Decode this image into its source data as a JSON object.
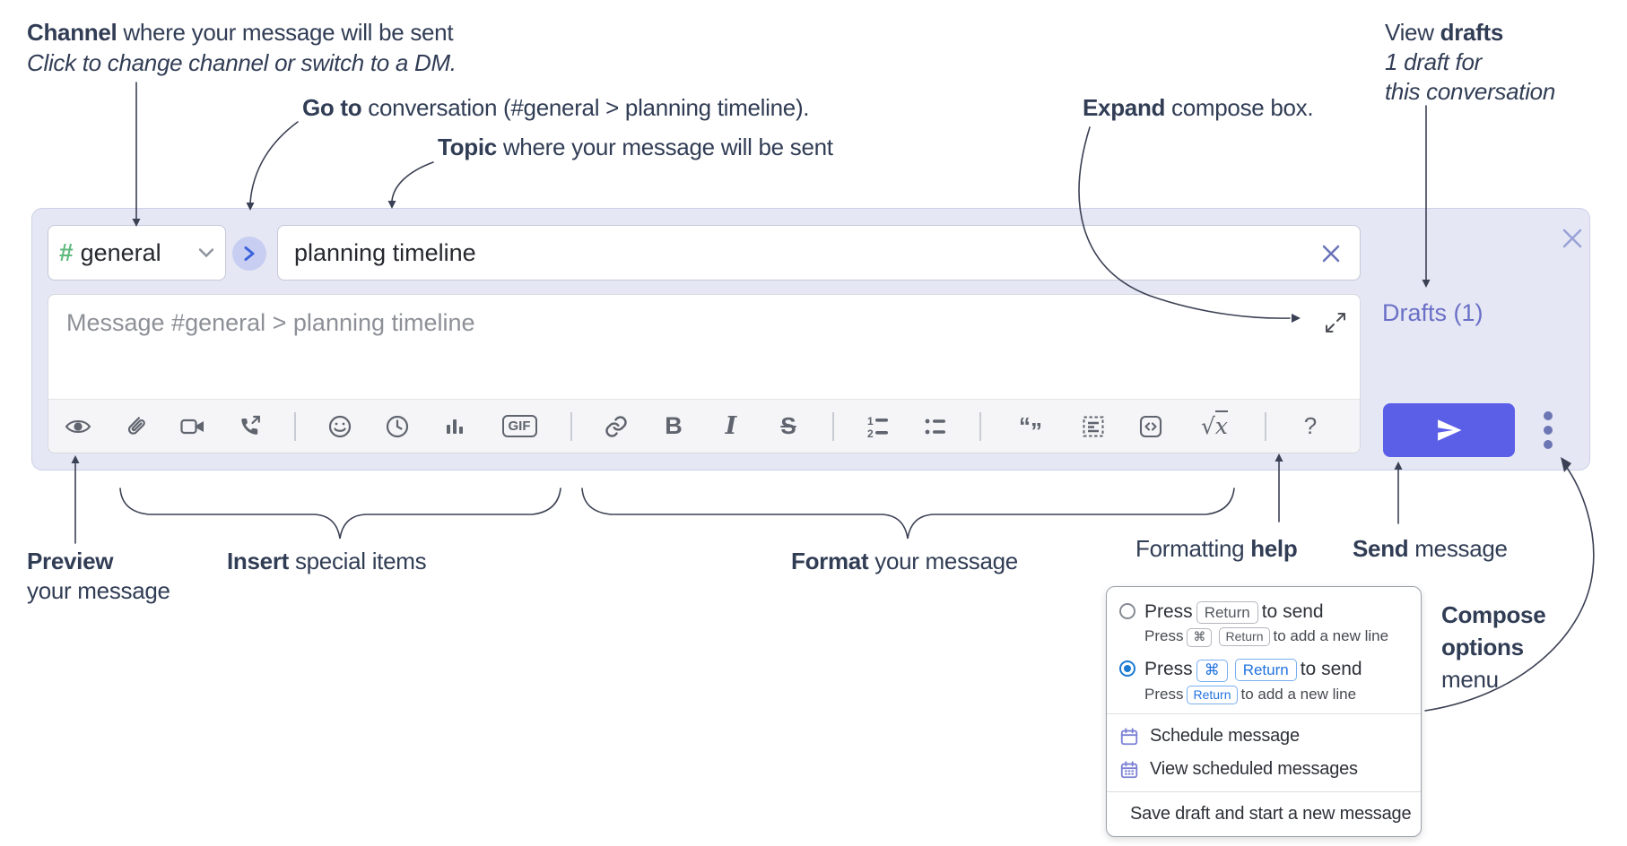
{
  "annotations": {
    "channel": {
      "bold": "Channel",
      "rest": " where your message will be sent"
    },
    "channel_sub": "Click to change channel or switch to a DM.",
    "goto": {
      "bold": "Go to",
      "rest": " conversation (#general > planning timeline)."
    },
    "topic": {
      "bold": "Topic",
      "rest": " where your message will be sent"
    },
    "expand": {
      "bold": "Expand",
      "rest": " compose box."
    },
    "view_drafts": {
      "pre": "View ",
      "bold": "drafts",
      "line2": "1 draft for",
      "line3": "this conversation"
    },
    "preview": {
      "bold": "Preview",
      "line2": "your message"
    },
    "insert": {
      "bold": "Insert",
      "rest": " special items"
    },
    "format": {
      "bold": "Format",
      "rest": " your message"
    },
    "help": {
      "pre": "Formatting ",
      "bold": "help"
    },
    "send": {
      "bold": "Send",
      "rest": " message"
    },
    "compose_menu": {
      "line1": "Compose",
      "line2": "options",
      "line3": "menu"
    }
  },
  "composer": {
    "channel": {
      "hash": "#",
      "name": "general"
    },
    "topic": {
      "value": "planning timeline"
    },
    "message_placeholder": "Message #general > planning timeline",
    "drafts_link": "Drafts (1)",
    "toolbar": {
      "gif": "GIF",
      "bold": "B",
      "italic": "I",
      "strike": "S",
      "ol1": "1",
      "ol2": "2",
      "quote_open": "“",
      "quote_close": "”",
      "math_radical": "√",
      "math_var": "x",
      "help": "?",
      "icon_names": [
        "preview-eye",
        "attach-paperclip",
        "video-camera",
        "call-phone-forward",
        "emoji-smiley",
        "schedule-clock",
        "poll-bar-chart",
        "gif-badge",
        "link",
        "bold",
        "italic",
        "strikethrough",
        "ordered-list",
        "bullet-list",
        "quote",
        "code-block",
        "inline-code",
        "math-latex",
        "help-question"
      ]
    }
  },
  "menu": {
    "options": [
      {
        "state": "unselected",
        "main_pre": "Press",
        "main_key": "Return",
        "main_post": "to send",
        "sub_pre": "Press",
        "sub_key_cmd": "⌘",
        "sub_key_return": "Return",
        "sub_post": "to add a new line"
      },
      {
        "state": "selected",
        "main_pre": "Press",
        "main_key_cmd": "⌘",
        "main_key_return": "Return",
        "main_post": "to send",
        "sub_pre": "Press",
        "sub_key": "Return",
        "sub_post": "to add a new line"
      }
    ],
    "items": [
      {
        "icon": "calendar-icon",
        "label": "Schedule message"
      },
      {
        "icon": "calendar-scheduled-icon",
        "label": "View scheduled messages"
      },
      {
        "icon": "save-draft-icon",
        "label": "Save draft and start a new message"
      }
    ]
  },
  "colors": {
    "send_accent": "#5b5fe8",
    "composer_bg": "#e5e7f4",
    "drafts_link": "#6a70c6",
    "hash_green": "#5fba7d",
    "circle_chevron": "#3b62db",
    "radio_selected": "#1b7ad2",
    "key_blue": "#2273df",
    "menu_icon_purple": "#7a80d4",
    "annotation_text": "#313d55"
  }
}
